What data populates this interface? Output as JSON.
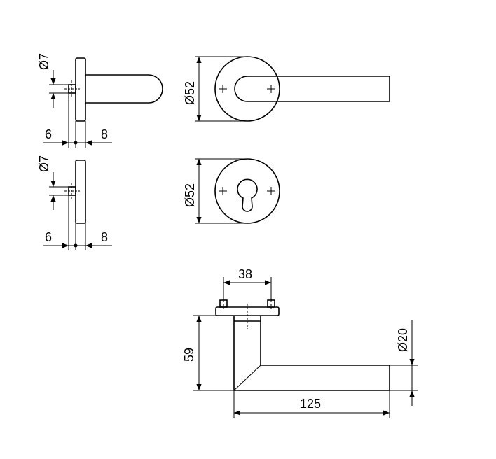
{
  "drawing": {
    "background": "#ffffff",
    "line_color": "#000000",
    "views": {
      "lever_side": {
        "pin_diameter": "Ø7",
        "left_offset": "6",
        "right_offset": "8"
      },
      "lever_front": {
        "rose_diameter": "Ø52"
      },
      "escutcheon_side": {
        "pin_diameter": "Ø7",
        "left_offset": "6",
        "right_offset": "8"
      },
      "escutcheon_front": {
        "rose_diameter": "Ø52"
      },
      "lever_top": {
        "pin_spacing": "38",
        "height": "59",
        "length": "125",
        "handle_diameter": "Ø20"
      }
    }
  }
}
